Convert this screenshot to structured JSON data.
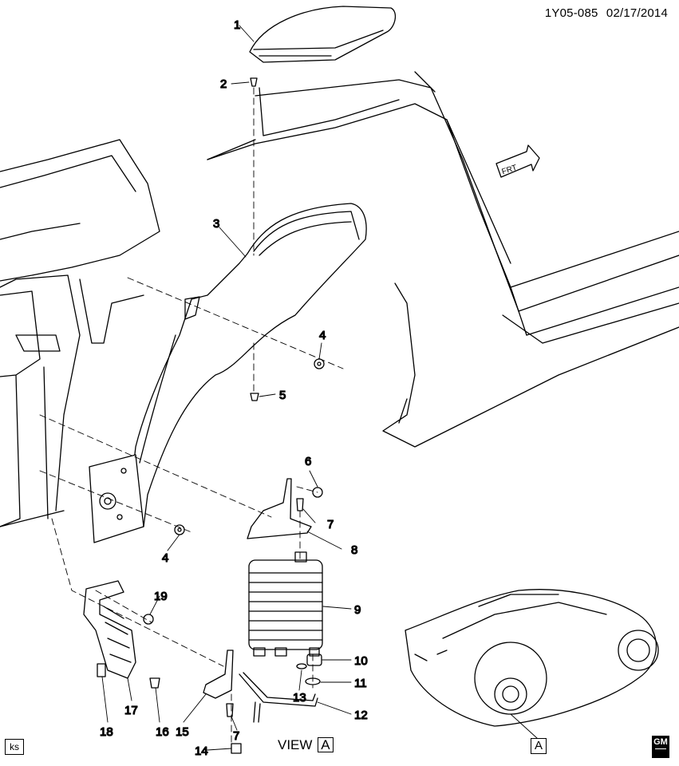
{
  "header": {
    "drawing_id": "1Y05-085",
    "date": "02/17/2014"
  },
  "callouts": [
    "1",
    "2",
    "3",
    "4",
    "5",
    "6",
    "7",
    "8",
    "9",
    "10",
    "11",
    "12",
    "13",
    "14",
    "15",
    "16",
    "17",
    "18",
    "19",
    "4",
    "7"
  ],
  "direction_label": "FRT",
  "corner_tag": "ks",
  "view_label": "VIEW",
  "view_letter": "A",
  "detail_letter": "A",
  "brand": "GM"
}
